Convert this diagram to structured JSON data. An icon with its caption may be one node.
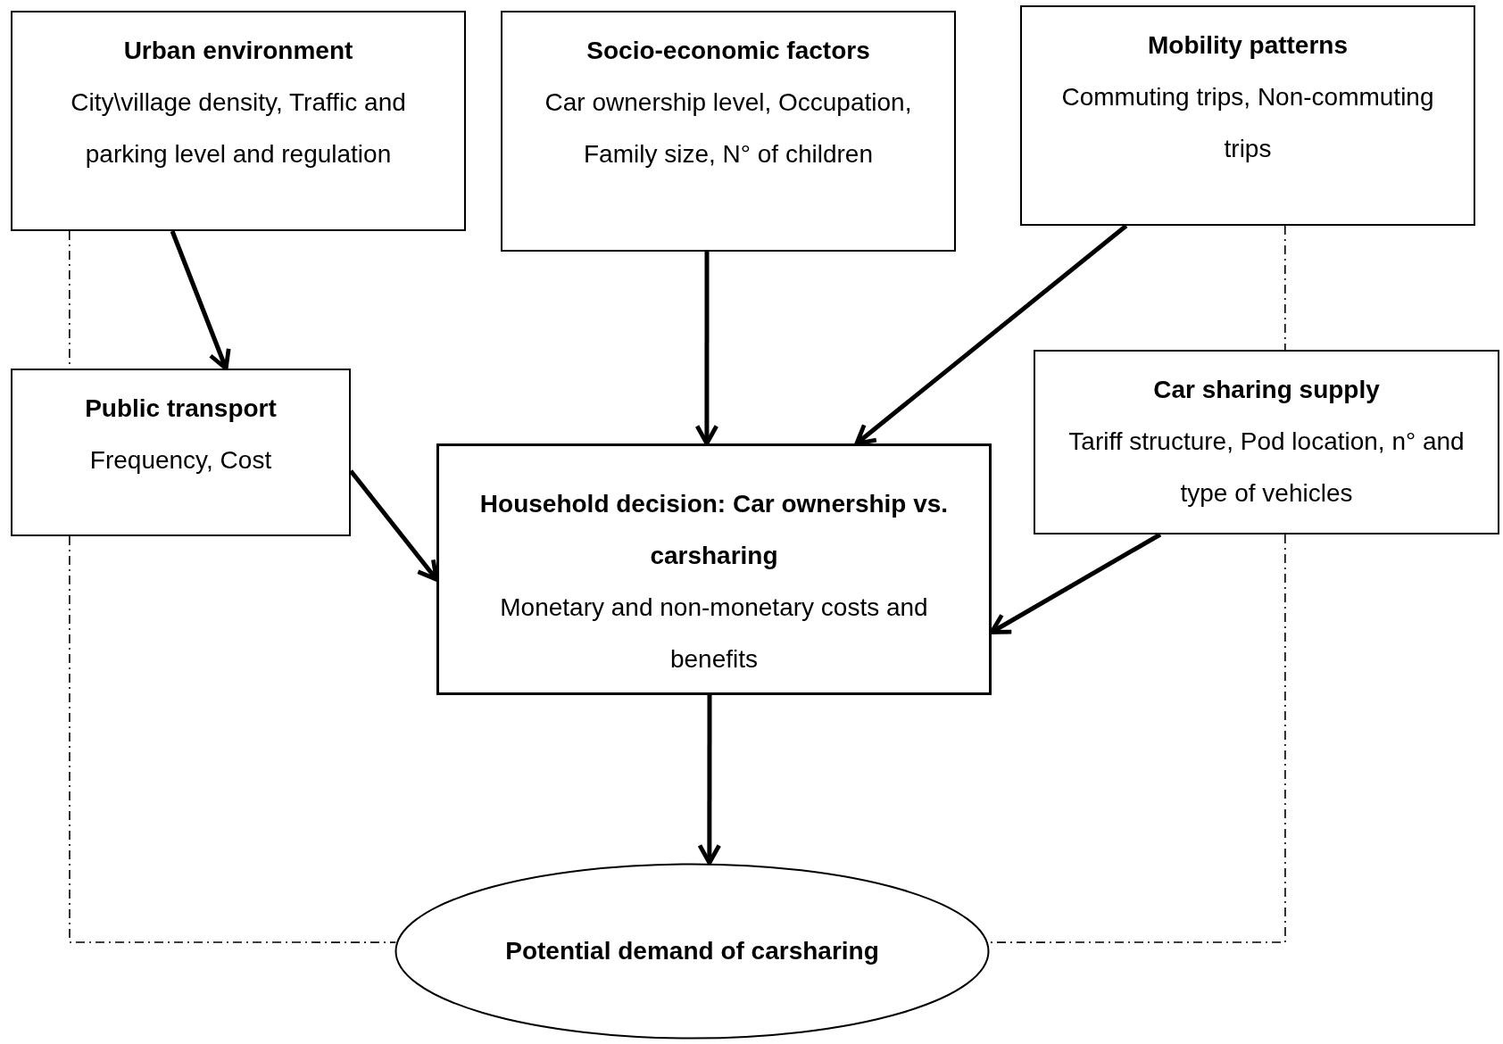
{
  "diagram": {
    "nodes": [
      {
        "text": [
          "Urban environment",
          "City\\village density, Traffic and parking level  and regulation"
        ]
      },
      {
        "text": [
          "Socio-economic factors",
          "Car ownership level, Occupation, Family size, N° of children"
        ]
      },
      {
        "text": [
          "Mobility patterns",
          "Commuting trips, Non-commuting trips"
        ]
      },
      {
        "text": [
          "Public transport",
          "Frequency, Cost"
        ]
      },
      {
        "text": [
          "Car sharing supply",
          "Tariff structure, Pod location, n° and type of vehicles"
        ]
      },
      {
        "text": [
          "Household decision: Car ownership vs. carsharing",
          "Monetary and non-monetary costs and benefits"
        ]
      },
      {
        "text": [
          "Potential demand of carsharing"
        ]
      }
    ],
    "edges": [
      {
        "from": 0,
        "to": 3,
        "arrow": "to"
      },
      {
        "from": 1,
        "to": 5,
        "arrow": "to"
      },
      {
        "from": 2,
        "to": 5,
        "arrow": "to"
      },
      {
        "from": 3,
        "to": 5,
        "arrow": "to"
      },
      {
        "from": 4,
        "to": 5,
        "arrow": "to"
      },
      {
        "from": 5,
        "to": 6,
        "arrow": "to"
      },
      {
        "from": 0,
        "to": 3,
        "arrow": "none",
        "style": "dashed"
      },
      {
        "from": 3,
        "to": 6,
        "arrow": "none",
        "style": "dashed"
      },
      {
        "from": 2,
        "to": 4,
        "arrow": "none",
        "style": "dashed"
      },
      {
        "from": 4,
        "to": 6,
        "arrow": "none",
        "style": "dashed"
      }
    ]
  }
}
